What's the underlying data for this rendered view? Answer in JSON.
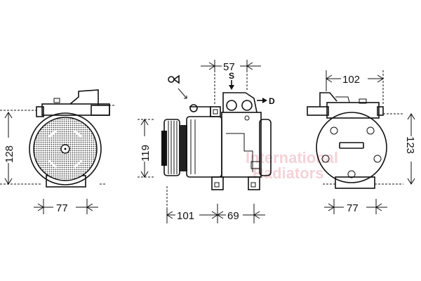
{
  "drawing": {
    "left_view": {
      "height_dim": "128",
      "width_dim": "77"
    },
    "side_view": {
      "height_dim": "119",
      "port_spacing_dim": "57",
      "suction_label": "S",
      "discharge_label": "D",
      "pulley_to_mount_dim": "101",
      "mount_spacing_dim": "69"
    },
    "right_view": {
      "top_width_dim": "102",
      "height_dim": "123",
      "width_dim": "77"
    },
    "watermark": {
      "line1": "International",
      "line2": "Radiators",
      "color": "#f2c4cc"
    },
    "colors": {
      "line": "#111111",
      "background": "#ffffff"
    }
  }
}
